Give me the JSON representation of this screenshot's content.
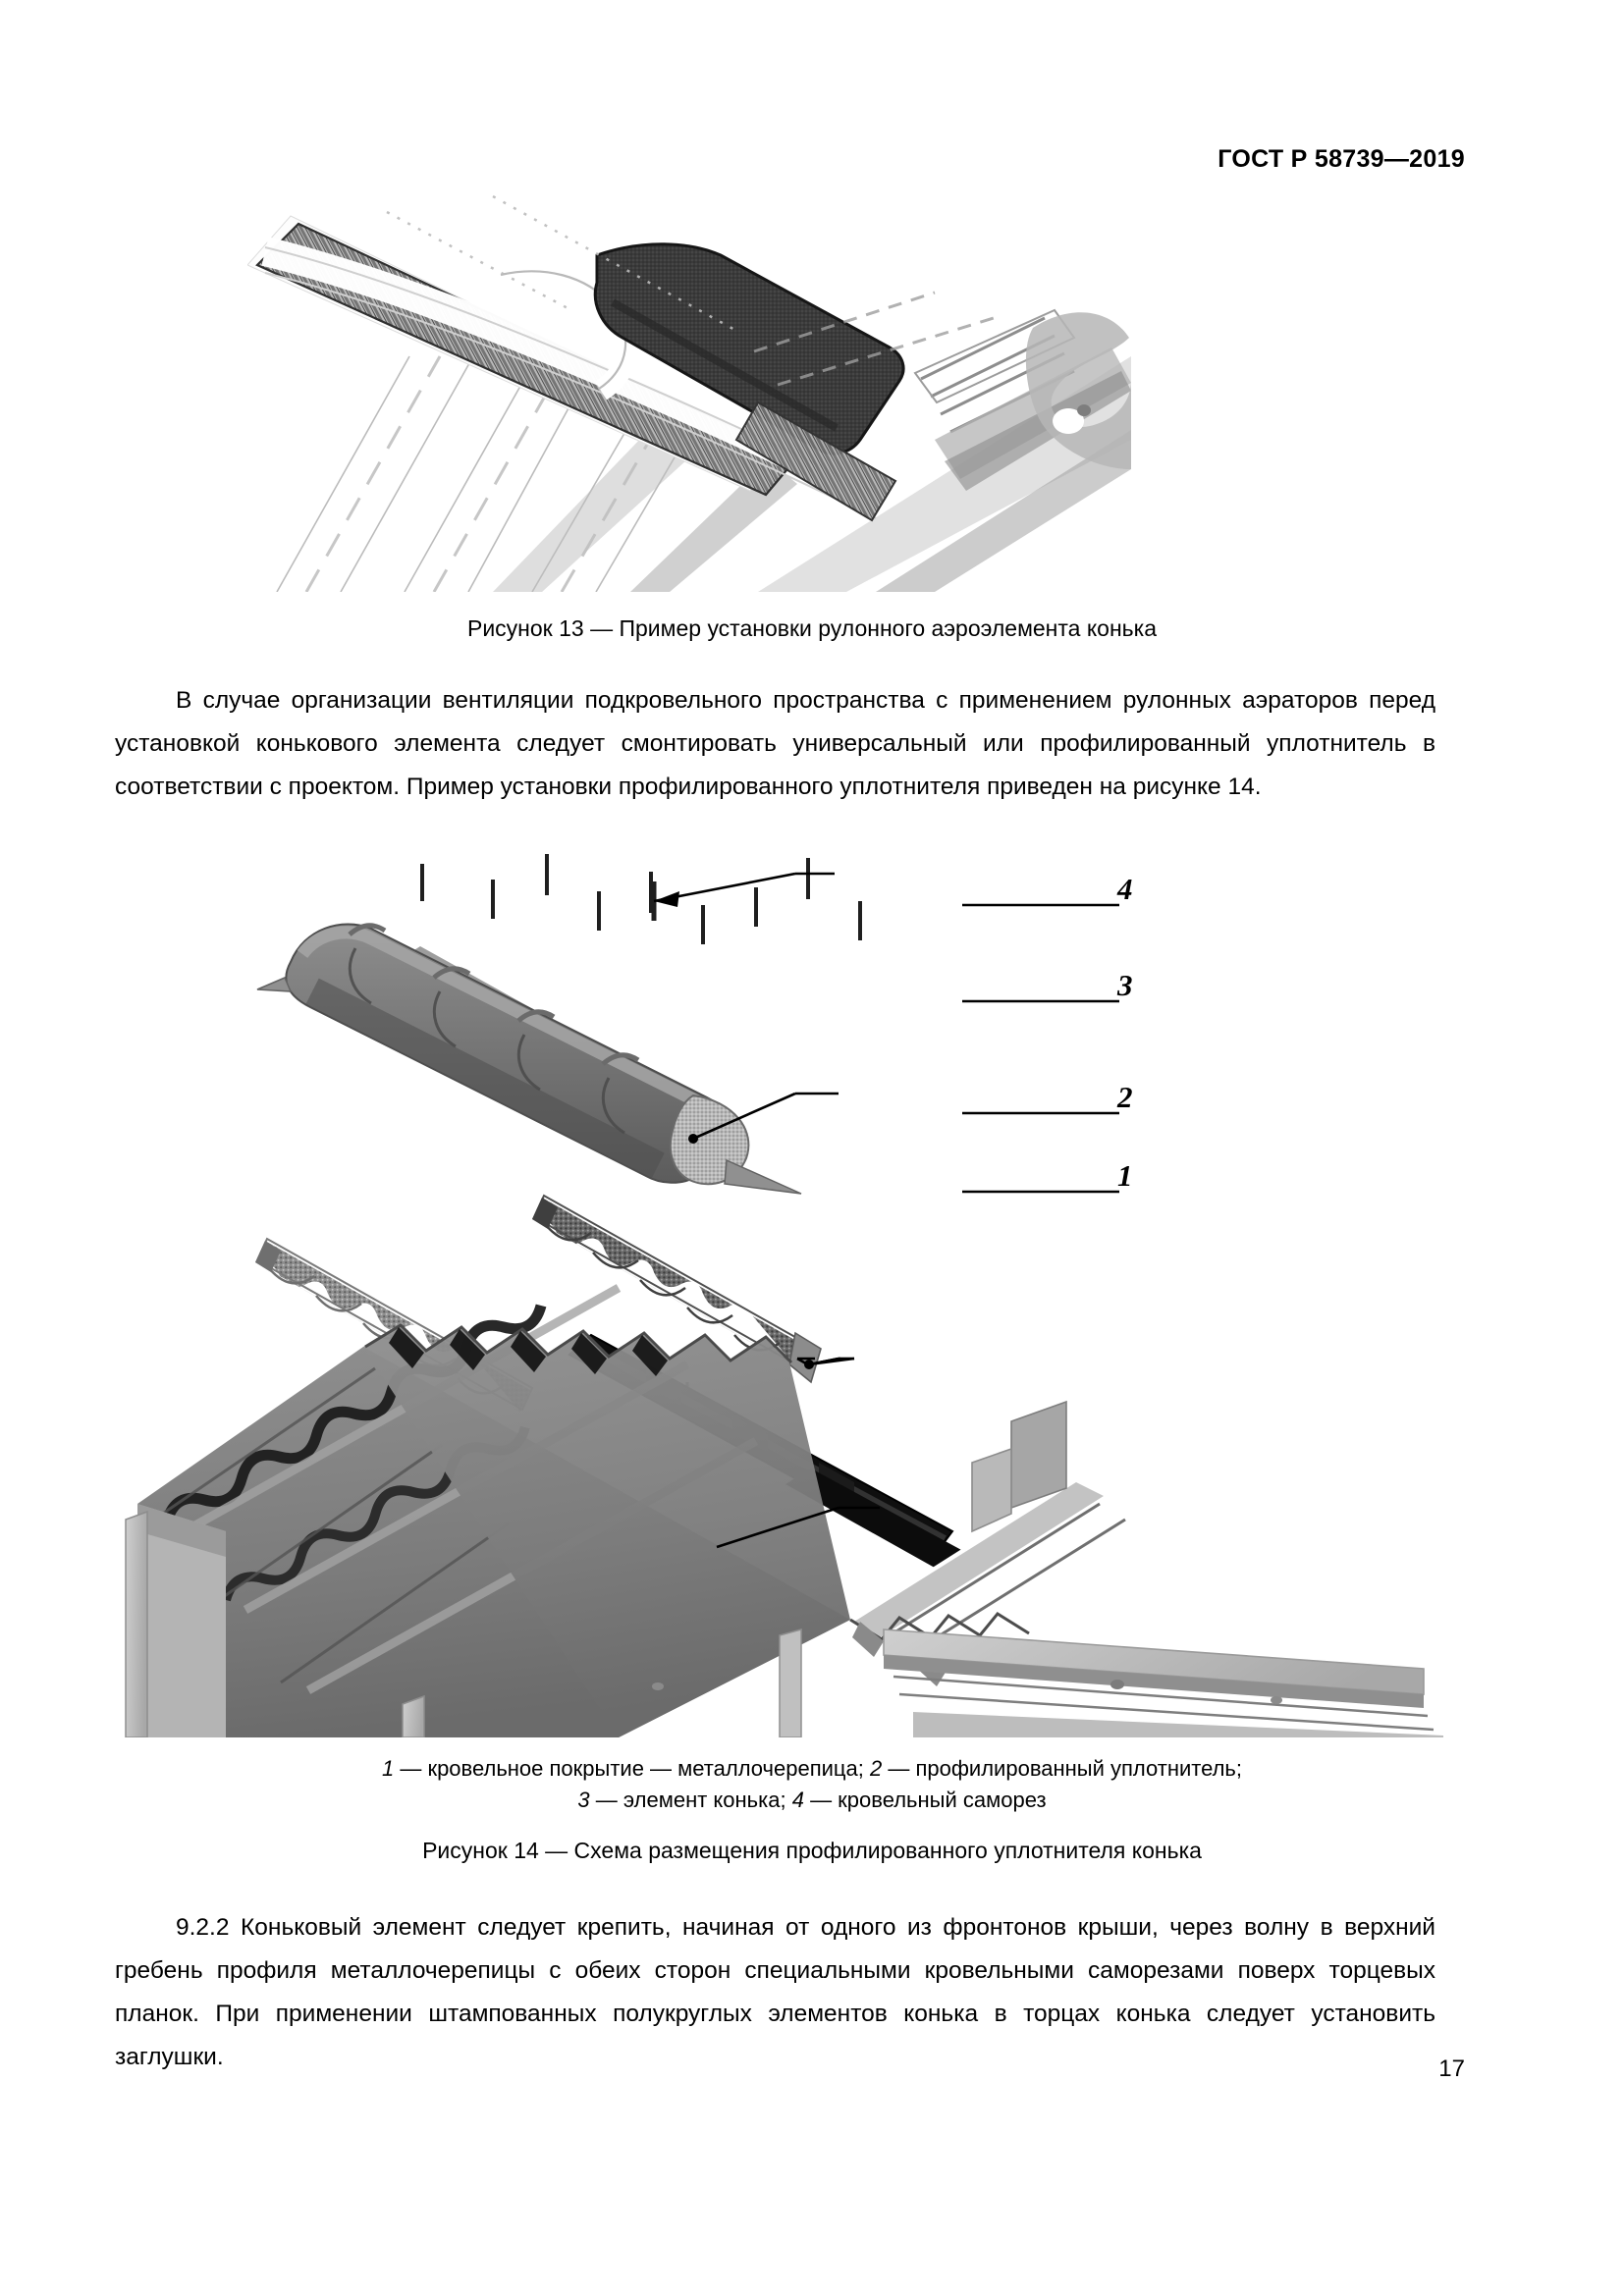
{
  "header": {
    "standard_id": "ГОСТ Р 58739—2019"
  },
  "figure13": {
    "caption": "Рисунок 13 — Пример установки рулонного аэроэлемента конька",
    "alt": "photo-roof-ridge-roll-aerator"
  },
  "paragraphs": {
    "p1": "В случае организации вентиляции подкровельного пространства с применением рулонных аэраторов перед установкой конькового элемента следует смонтировать универсальный или профилированный уплотнитель в соответствии с проектом. Пример установки профилированного уплотнителя приведен на рисунке 14.",
    "p2": "9.2.2 Коньковый элемент следует крепить, начиная от одного из фронтонов крыши, через волну в верхний гребень профиля металлочерепицы с обеих сторон специальными кровельными саморезами поверх торцевых планок. При применении штампованных полукруглых элементов конька в торцах конька следует установить заглушки."
  },
  "figure14": {
    "caption": "Рисунок 14 — Схема размещения профилированного уплотнителя конька",
    "legend_line1_a": "1",
    "legend_line1_b": " — кровельное покрытие — металлочерепица; ",
    "legend_line1_c": "2",
    "legend_line1_d": " — профилированный уплотнитель;",
    "legend_line2_a": "3",
    "legend_line2_b": " — элемент конька; ",
    "legend_line2_c": "4",
    "legend_line2_d": " — кровельный саморез",
    "callouts": [
      {
        "number": "4",
        "label": "кровельный саморез"
      },
      {
        "number": "3",
        "label": "элемент конька"
      },
      {
        "number": "2",
        "label": "профилированный уплотнитель"
      },
      {
        "number": "1",
        "label": "кровельное покрытие — металлочерепица"
      }
    ]
  },
  "footer": {
    "page_number": "17"
  },
  "colors": {
    "ink": "#000000",
    "paper": "#ffffff",
    "gray_light": "#c9c9c9",
    "gray_mid": "#9a9a9a",
    "gray_dark": "#6e6e6e",
    "gray_darker": "#4a4a4a",
    "near_black": "#1a1a1a"
  }
}
